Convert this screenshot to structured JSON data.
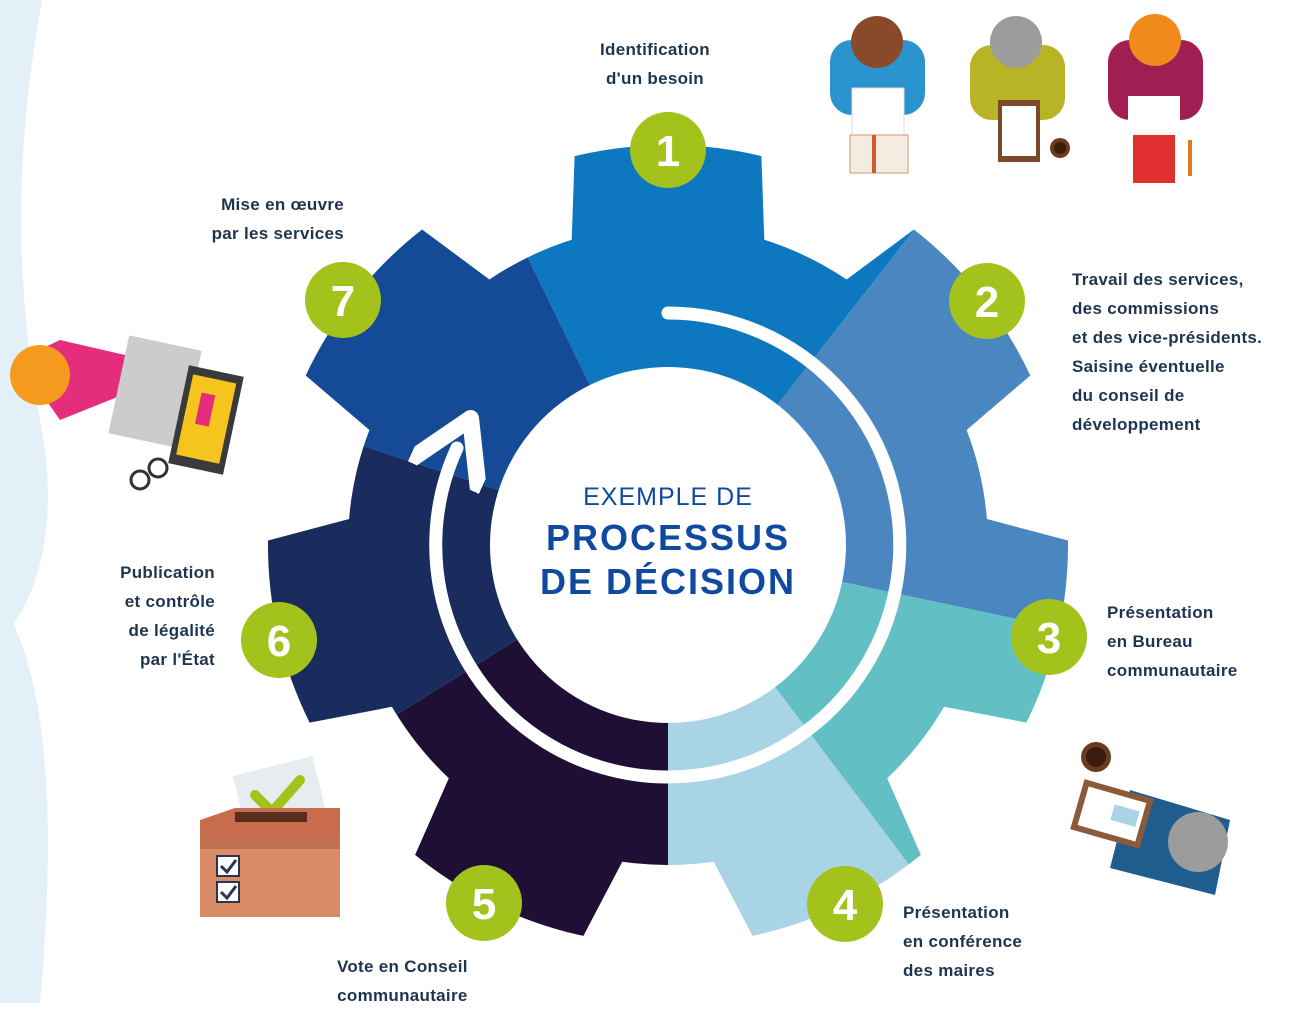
{
  "colors": {
    "segment_1": "#0d78bf",
    "segment_2": "#4a87c0",
    "segment_3": "#62c0c4",
    "segment_4": "#a9d4e6",
    "segment_5": "#1f0f35",
    "segment_6": "#1a2c5e",
    "segment_7": "#154b96",
    "badge": "#a3c21c",
    "text_dark": "#1e3550",
    "title_blue": "#0f4aa0"
  },
  "center": {
    "line1": "EXEMPLE DE",
    "line2": "PROCESSUS",
    "line3": "DE DÉCISION"
  },
  "steps": [
    {
      "number": "1",
      "lines": [
        "Identification",
        "d'un besoin"
      ]
    },
    {
      "number": "2",
      "lines": [
        "Travail des services,",
        "des commissions",
        "et des vice-présidents.",
        "Saisine éventuelle",
        "du conseil de",
        "développement"
      ]
    },
    {
      "number": "3",
      "lines": [
        "Présentation",
        "en Bureau",
        "communautaire"
      ]
    },
    {
      "number": "4",
      "lines": [
        "Présentation",
        "en conférence",
        "des maires"
      ]
    },
    {
      "number": "5",
      "lines": [
        "Vote en Conseil",
        "communautaire"
      ]
    },
    {
      "number": "6",
      "lines": [
        "Publication",
        "et contrôle",
        "de légalité",
        "par l'État"
      ]
    },
    {
      "number": "7",
      "lines": [
        "Mise en œuvre",
        "par les services"
      ]
    }
  ]
}
